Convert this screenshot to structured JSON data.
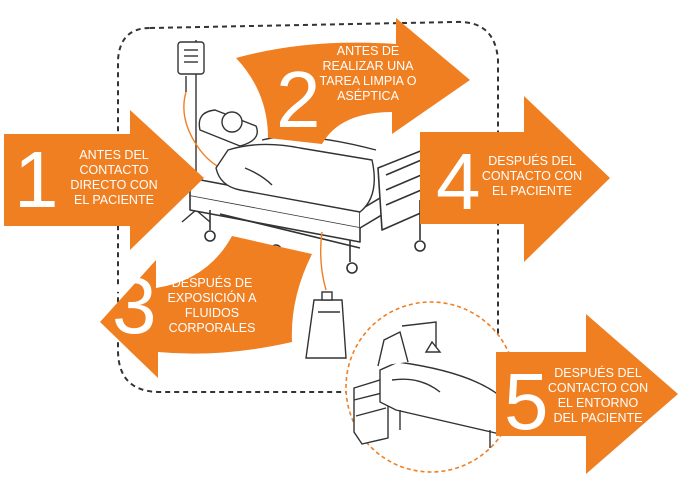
{
  "colors": {
    "accent": "#f07f22",
    "line": "#333333",
    "white": "#ffffff"
  },
  "moments": [
    {
      "number": "1",
      "lines": [
        "ANTES DEL",
        "CONTACTO",
        "DIRECTO CON",
        "EL PACIENTE"
      ]
    },
    {
      "number": "2",
      "lines": [
        "ANTES DE",
        "REALIZAR UNA",
        "TAREA LIMPIA O",
        "ASÉPTICA"
      ]
    },
    {
      "number": "3",
      "lines": [
        "DESPUÉS DE",
        "EXPOSICIÓN A",
        "FLUIDOS",
        "CORPORALES"
      ]
    },
    {
      "number": "4",
      "lines": [
        "DESPUÉS DEL",
        "CONTACTO CON",
        "EL PACIENTE"
      ]
    },
    {
      "number": "5",
      "lines": [
        "DESPUÉS DEL",
        "CONTACTO CON",
        "EL ENTORNO",
        "DEL PACIENTE"
      ]
    }
  ],
  "icons": [
    "hospital-bed-icon",
    "patient-icon",
    "iv-drip-icon",
    "urine-bag-icon",
    "bedside-table-icon",
    "empty-bed-icon"
  ]
}
